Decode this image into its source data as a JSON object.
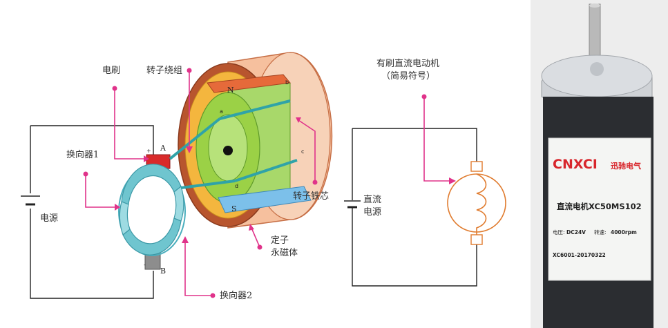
{
  "labels": {
    "brush": "电刷",
    "rotor_winding": "转子绕组",
    "commutator1": "换向器1",
    "power_left": "电源",
    "rotor_core": "转子铁芯",
    "stator_magnet_line1": "定子",
    "stator_magnet_line2": "永磁体",
    "commutator2": "换向器2",
    "terminal_a": "A",
    "terminal_b": "B",
    "plus": "+",
    "minus": "-",
    "pole_n": "N",
    "pole_s": "S",
    "point_a": "a",
    "point_b": "b",
    "point_c": "c",
    "point_d": "d"
  },
  "symbol": {
    "title_line1": "有刷直流电动机",
    "title_line2": "（简易符号）",
    "power_line1": "直流",
    "power_line2": "电源"
  },
  "product": {
    "brand": "CNXCI",
    "brand_cn": "迅驰电气",
    "model": "直流电机XC50MS102",
    "spec_prefix": "电压:",
    "spec_voltage": "DC24V",
    "spec_speed_label": "转速:",
    "spec_speed": "4000rpm",
    "serial": "XC6001-20170322"
  },
  "colors": {
    "leader": "#e0338a",
    "housing": "#b8552e",
    "housing_fill": "#f6c09e",
    "commutator": "#6fc5cf",
    "stator_inner": "#f4b63e",
    "rotor_core": "#9bd146",
    "brush": "#d92a2a",
    "symbol_coil": "#e07b2e"
  }
}
